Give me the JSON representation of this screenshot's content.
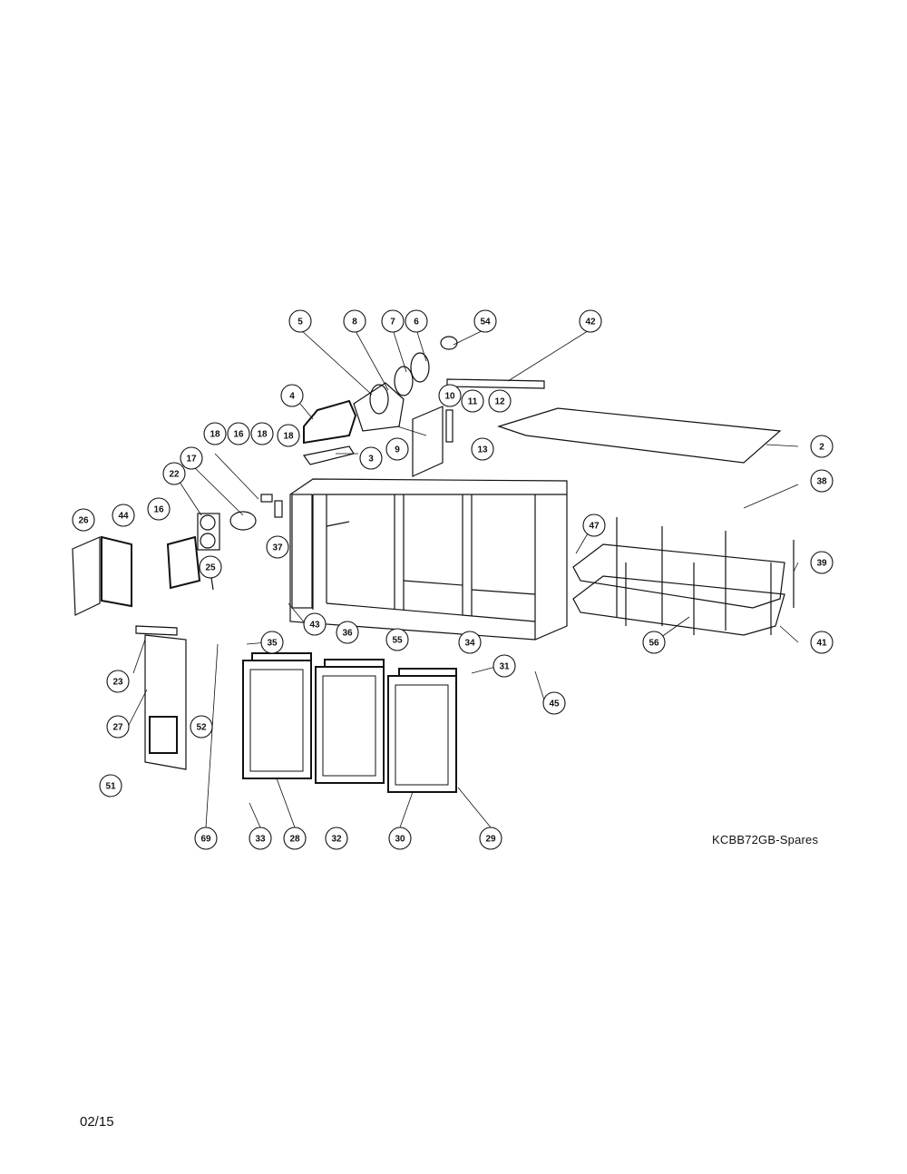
{
  "diagram": {
    "caption": "KCBB72GB-Spares",
    "date": "02/15",
    "callouts": [
      "5",
      "8",
      "7",
      "6",
      "54",
      "42",
      "4",
      "10",
      "11",
      "12",
      "9",
      "13",
      "2",
      "18",
      "16",
      "18",
      "18",
      "3",
      "38",
      "17",
      "22",
      "26",
      "44",
      "16",
      "37",
      "47",
      "39",
      "25",
      "43",
      "56",
      "41",
      "35",
      "36",
      "55",
      "34",
      "31",
      "23",
      "45",
      "27",
      "52",
      "51",
      "69",
      "33",
      "28",
      "32",
      "30",
      "29"
    ]
  }
}
